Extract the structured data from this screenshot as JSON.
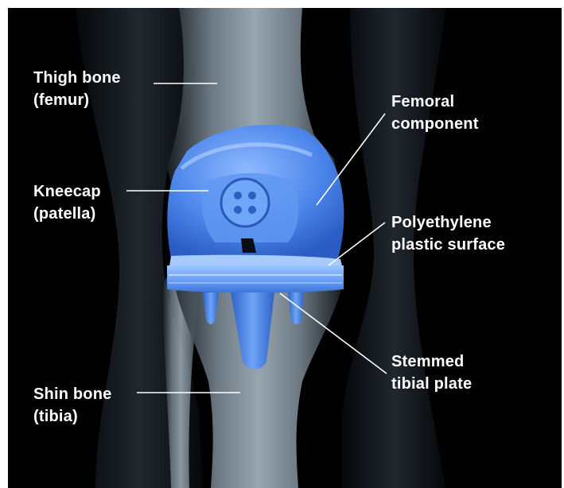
{
  "labels": {
    "femur": {
      "line1": "Thigh bone",
      "line2": "(femur)"
    },
    "patella": {
      "line1": "Kneecap",
      "line2": "(patella)"
    },
    "tibia": {
      "line1": "Shin bone",
      "line2": "(tibia)"
    },
    "femoral_component": {
      "line1": "Femoral",
      "line2": "component"
    },
    "poly_surface": {
      "line1": "Polyethylene",
      "line2": "plastic surface"
    },
    "tibial_plate": {
      "line1": "Stemmed",
      "line2": "tibial plate"
    }
  },
  "colors": {
    "background": "#000000",
    "bone": "#9fb2c0",
    "implant": "#4f8ff0",
    "implant_light": "#7fb1ff",
    "text": "#ffffff",
    "leader": "#ffffff"
  }
}
